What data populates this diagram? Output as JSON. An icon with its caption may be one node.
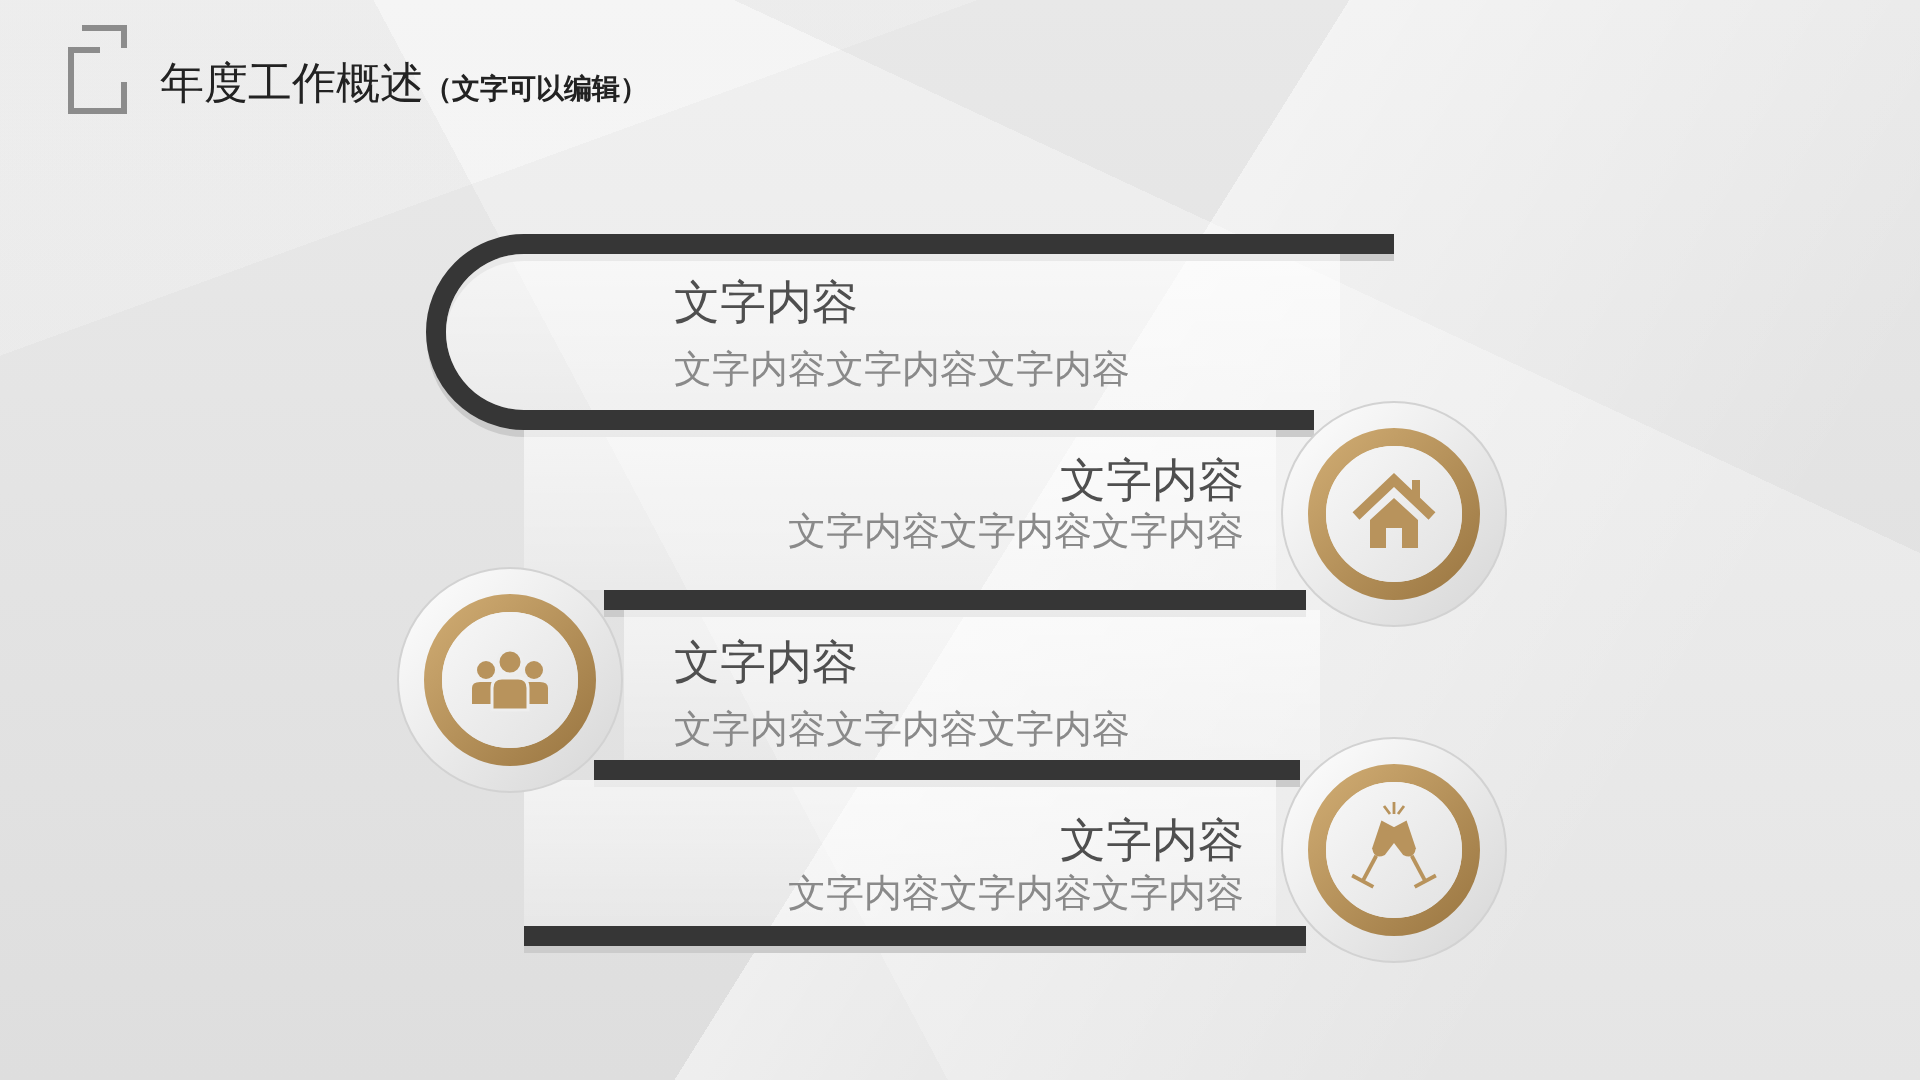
{
  "diagram": {
    "title": "年度工作概述**（文字可以编辑）**",
    "nodes": [
      {
        "text": [
          "文字内容",
          "文字内容文字内容文字内容"
        ]
      },
      {
        "text": [
          "文字内容",
          "文字内容文字内容文字内容"
        ]
      },
      {
        "text": [
          "文字内容",
          "文字内容文字内容文字内容"
        ]
      },
      {
        "text": [
          "文字内容",
          "文字内容文字内容文字内容"
        ]
      }
    ]
  }
}
